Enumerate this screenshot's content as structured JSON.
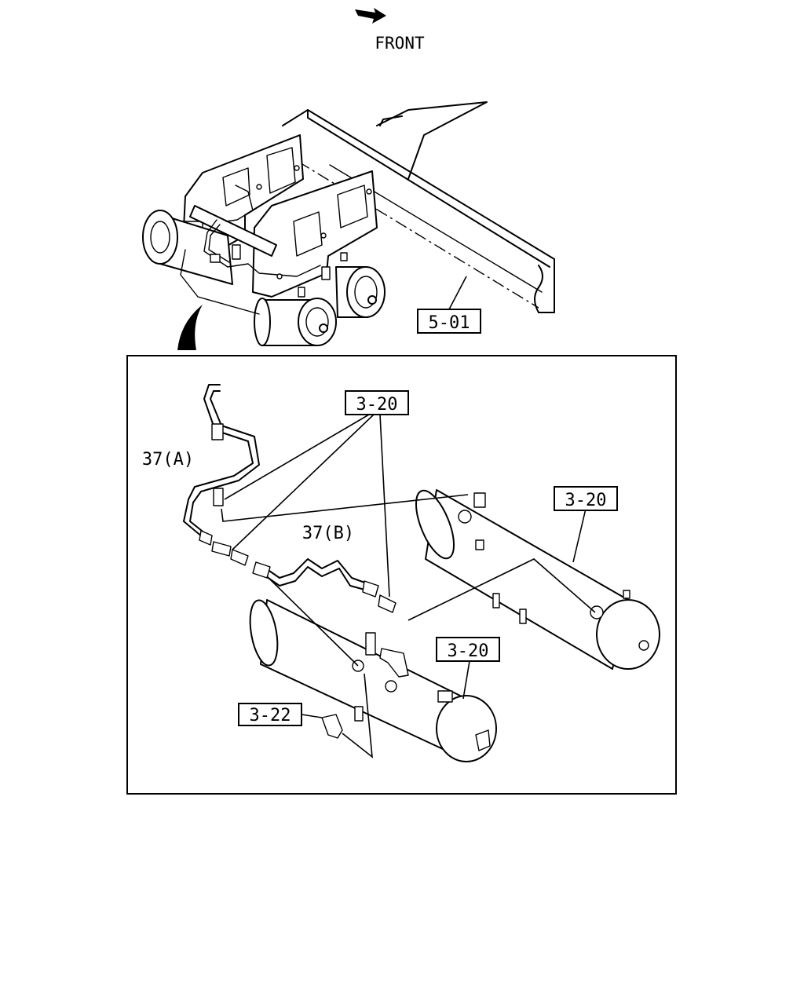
{
  "header": {
    "front_label": "FRONT"
  },
  "callouts": {
    "frame_ref": "5-01",
    "tank_ref_top": "3-20",
    "tank_ref_right": "3-20",
    "tank_ref_lower": "3-20",
    "drain_ref": "3-22",
    "pipe_a": "37(A)",
    "pipe_b": "37(B)"
  },
  "colors": {
    "ink": "#000000",
    "paper": "#ffffff"
  }
}
